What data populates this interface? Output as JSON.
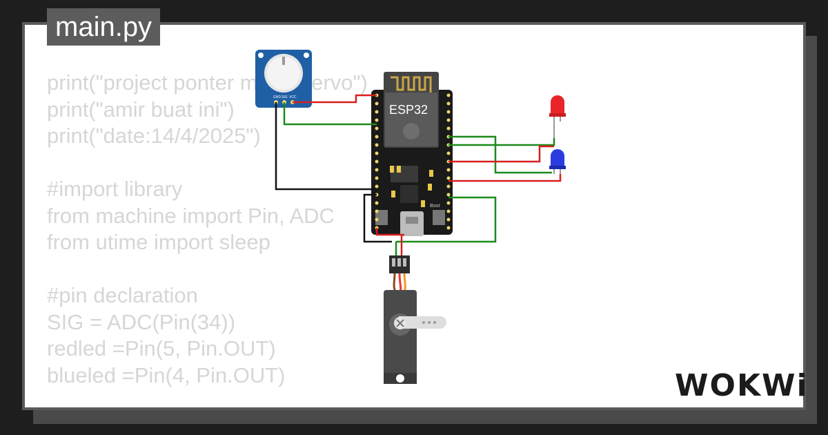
{
  "editor": {
    "filename": "main.py",
    "code_lines": [
      "print(\"project ponter meter servo\")",
      "print(\"amir buat ini\")",
      "print(\"date:14/4/2025\")",
      "",
      "#import library",
      "from machine import Pin, ADC",
      "from utime import sleep",
      "",
      "#pin declaration",
      "SIG = ADC(Pin(34))",
      "redled =Pin(5, Pin.OUT)",
      "blueled =Pin(4, Pin.OUT)"
    ]
  },
  "circuit": {
    "board_label": "ESP32",
    "pot_pin_labels": [
      "GND",
      "SIG",
      "VCC"
    ],
    "boot_label": "Boot",
    "components": [
      "potentiometer",
      "esp32-devkit",
      "red-led",
      "blue-led",
      "servo-motor"
    ],
    "colors": {
      "wire_red": "#d81e1e",
      "wire_green": "#1b8a1b",
      "wire_black": "#111111",
      "board": "#1a1a1a",
      "pot_body": "#1f5fa5",
      "led_red": "#e8252a",
      "led_blue": "#2a3ce0"
    }
  },
  "brand": {
    "logo_text": "WOKWi"
  }
}
